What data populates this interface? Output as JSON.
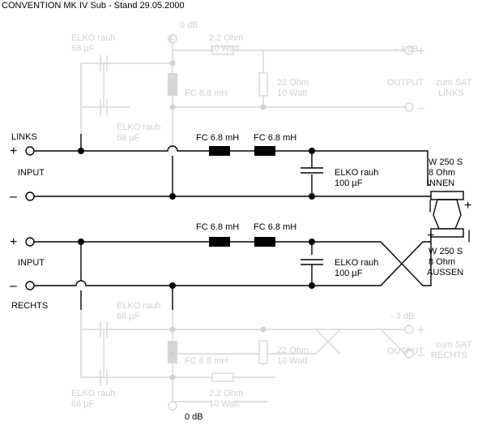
{
  "title": "CONVENTION  MK IV Sub - Stand 29.05.2000",
  "colors": {
    "ink": "#000000",
    "faded": "#cfcfcf",
    "background": "#ffffff"
  },
  "symbols": {
    "plus": "+",
    "minus": "–",
    "bar": "|"
  },
  "active": {
    "links": {
      "label": "LINKS",
      "input": "INPUT",
      "elko_left": "ELKO rauh",
      "elko_left_value": "68 µF",
      "fc1": "FC 6.8 mH",
      "fc2": "FC 6.8 mH",
      "elko": "ELKO rauh",
      "elko_value": "100 µF",
      "driver": {
        "model": "W 250 S",
        "impedance": "8 Ohm",
        "position": "INNEN"
      }
    },
    "rechts": {
      "label": "RECHTS",
      "input": "INPUT",
      "fc1": "FC 6.8 mH",
      "fc2": "FC 6.8 mH",
      "elko": "ELKO rauh",
      "elko_value": "100 µF",
      "driver": {
        "model": "W 250 S",
        "impedance": "8 Ohm",
        "position": "AUSSEN"
      }
    }
  },
  "faded": {
    "top": {
      "zero_db": "0 dB",
      "elko": "ELKO rauh",
      "elko_value": "68 µF",
      "res_series": "2.2 Ohm",
      "res_series_power": "10 Watt",
      "minus3db": "- 3 dB",
      "fc": "FC 6.8 mH",
      "res_shunt": "22 Ohm",
      "res_shunt_power": "10 Watt",
      "output": "OUTPUT",
      "sat_line1": "zum SAT",
      "sat_line2": "LINKS"
    },
    "bottom": {
      "elko": "ELKO rauh",
      "elko_value": "68 µF",
      "minus3db": "- 3 dB",
      "fc": "FC 6.8 mH",
      "res_shunt": "22 Ohm",
      "res_shunt_power": "10 Watt",
      "output": "OUTPUT",
      "sat_line1": "zum SAT",
      "sat_line2": "RECHTS",
      "elko2": "ELKO rauh",
      "elko2_value": "68 µF",
      "res_series": "2.2 Ohm",
      "res_series_power": "10 Watt",
      "zero_db": "0 dB"
    }
  }
}
